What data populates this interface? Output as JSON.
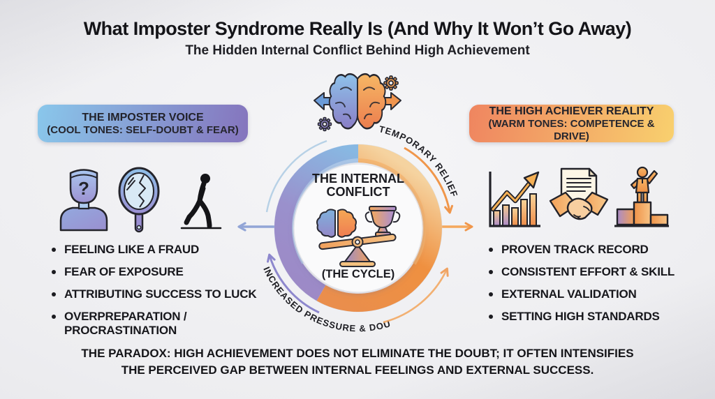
{
  "header": {
    "title": "What Imposter Syndrome Really Is (And Why It Won’t Go Away)",
    "subtitle": "The Hidden Internal Conflict Behind High Achievement"
  },
  "left_panel": {
    "heading_line1": "THE IMPOSTER VOICE",
    "heading_line2": "(COOL TONES: SELF-DOUBT & FEAR)",
    "icons": [
      "person-question-icon",
      "cracked-mirror-icon",
      "walking-away-icon"
    ],
    "question_mark": "?",
    "bullets": [
      "FEELING LIKE A FRAUD",
      "FEAR OF EXPOSURE",
      "ATTRIBUTING SUCCESS TO LUCK",
      "OVERPREPARATION / PROCRASTINATION"
    ]
  },
  "right_panel": {
    "heading_line1": "THE HIGH ACHIEVER REALITY",
    "heading_line2": "(WARM TONES: COMPETENCE & DRIVE)",
    "icons": [
      "growth-chart-icon",
      "handshake-contract-icon",
      "podium-winner-icon"
    ],
    "bullets": [
      "PROVEN TRACK RECORD",
      "CONSISTENT EFFORT & SKILL",
      "EXTERNAL VALIDATION",
      "SETTING HIGH STANDARDS"
    ]
  },
  "cycle": {
    "center_line1": "THE INTERNAL",
    "center_line2": "CONFLICT",
    "center_caption": "(THE CYCLE)",
    "arc_top_label": "TEMPORARY RELIEF",
    "arc_bottom_label": "INCREASED PRESSURE & DOUBT",
    "center_icons": [
      "split-brain-icon",
      "trophy-icon",
      "balance-scale-icon"
    ]
  },
  "top_icon": "split-brain-gears-arrows-icon",
  "footer": {
    "line1": "THE PARADOX: HIGH ACHIEVEMENT DOES NOT ELIMINATE THE DOUBT; IT OFTEN INTENSIFIES",
    "line2": "THE PERCEIVED GAP BETWEEN INTERNAL FEELINGS AND EXTERNAL SUCCESS."
  },
  "colors": {
    "cool_start": "#89c7eb",
    "cool_end": "#8574bd",
    "warm_start": "#ef8560",
    "warm_end": "#f8d06e",
    "ring_blue": "#88b8e2",
    "ring_purple": "#9a90cc",
    "ring_orange": "#ee8d41",
    "arrow_cool": "#92a5d6",
    "arrow_warm": "#f5a85c",
    "text_dark": "#17171c",
    "background": "#ededf0"
  }
}
